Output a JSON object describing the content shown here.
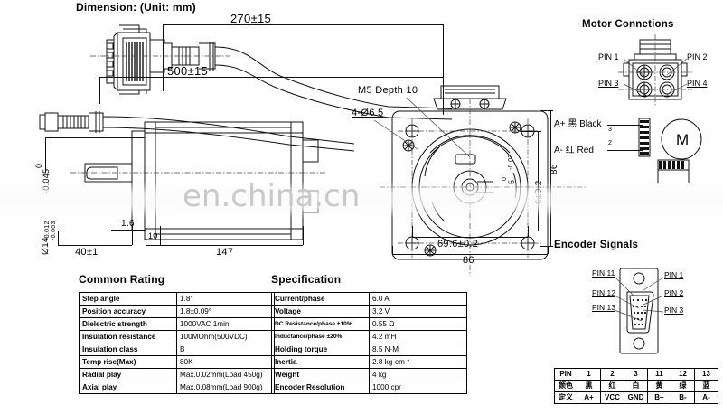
{
  "titles": {
    "dimension": "Dimension: (Unit: mm)",
    "motor_connections": "Motor Connetions",
    "encoder_signals": "Encoder Signals",
    "common_rating": "Common Rating",
    "specification": "Specification"
  },
  "dimensions": {
    "cable_270": "270±15",
    "cable_500": "500±15",
    "shaft_tol_top": "0\n-0.045",
    "shaft_tol_top_num": "0",
    "shaft_tol_top_den": "-0.045",
    "shaft_dia": "Ø14",
    "shaft_dia_tol_num": "-0.003",
    "shaft_dia_tol_den": "-0.012",
    "len_40": "40±1",
    "len_16": "1.6",
    "len_10": "10",
    "len_147": "147",
    "m5_depth": "M5 Depth 10",
    "holes": "4-Ø6.5",
    "pilot_5": "5",
    "pilot_5_tol_num": "0",
    "pilot_5_tol_den": "-0.03",
    "flange_6": "6±0.2",
    "flange_86_right": "86",
    "bolt_circle": "69.6±0.2",
    "flange_86_bottom": "86"
  },
  "motor_connections": {
    "pins": [
      "PIN 1",
      "PIN 2",
      "PIN 3",
      "PIN 4"
    ],
    "wires": [
      {
        "label": "A+ 黑 Black",
        "terminal": "3"
      },
      {
        "label": "A- 红 Red",
        "terminal": "2"
      }
    ],
    "motor_symbol": "M"
  },
  "encoder_signals": {
    "pin_labels_left": [
      "PIN 11",
      "PIN 12",
      "PIN 13"
    ],
    "pin_labels_right": [
      "PIN 1",
      "PIN 2",
      "PIN 3"
    ]
  },
  "common_rating": {
    "rows": [
      {
        "key": "Step angle",
        "value": "1.8°"
      },
      {
        "key": "Position accuracy",
        "value": "1.8±0.09°"
      },
      {
        "key": "Dielectric strength",
        "value": "1000VAC 1min"
      },
      {
        "key": "Insulation resistance",
        "value": "100MOhm(500VDC)"
      },
      {
        "key": "Insulation class",
        "value": "B"
      },
      {
        "key": "Temp rise(Max)",
        "value": "80K"
      },
      {
        "key": "Radial play",
        "value": "Max.0.02mm(Load 450g)"
      },
      {
        "key": "Axial play",
        "value": "Max.0.08mm(Load 900g)"
      }
    ]
  },
  "specification": {
    "rows": [
      {
        "key": "Current/phase",
        "value": "6.0 A",
        "small": false
      },
      {
        "key": "Voltage",
        "value": "3.2 V",
        "small": false
      },
      {
        "key": "DC Resistance/phase  ±10%",
        "value": "0.55 Ω",
        "small": true
      },
      {
        "key": "Inductance/phase        ±20%",
        "value": "4.2 mH",
        "small": true
      },
      {
        "key": "Holding torque",
        "value": "8.5 N·M",
        "small": false
      },
      {
        "key": "Inertia",
        "value": "2.8 kg·cm ²",
        "small": false
      },
      {
        "key": "Weight",
        "value": "4 kg",
        "small": false
      },
      {
        "key": "Encoder Resolution",
        "value": "1000 cpr",
        "small": false
      }
    ]
  },
  "pin_table": {
    "rows": [
      [
        "PIN",
        "1",
        "2",
        "3",
        "11",
        "12",
        "13"
      ],
      [
        "颜色",
        "黑",
        "红",
        "白",
        "黄",
        "绿",
        "蓝"
      ],
      [
        "定义",
        "A+",
        "VCC",
        "GND",
        "B+",
        "B-",
        "A-"
      ]
    ]
  },
  "watermark": {
    "text": "en.china.cn"
  },
  "colors": {
    "line": "#111111",
    "thin_line": "#444444",
    "watermark": "#c9c9c9",
    "background": "#ffffff"
  }
}
